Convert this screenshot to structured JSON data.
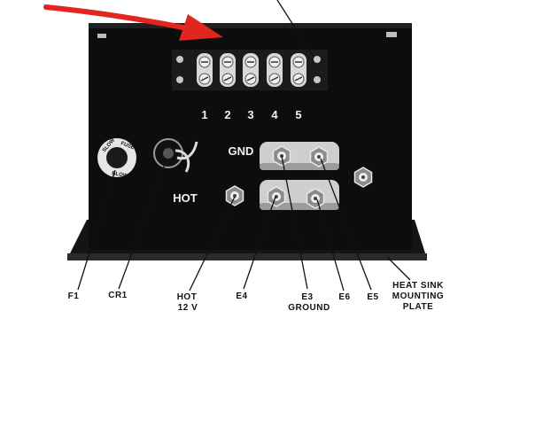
{
  "diagram": {
    "panel_labels": {
      "terminal_numbers": [
        "1",
        "2",
        "3",
        "4",
        "5"
      ],
      "gnd": "GND",
      "hot": "HOT"
    },
    "fuse_cap_text": [
      "SLOW",
      "FUSE",
      "BLOW"
    ],
    "callouts": {
      "f1": "F1",
      "cr1": "CR1",
      "hot_line1": "HOT",
      "hot_line2": "12 V",
      "e4": "E4",
      "e3_line1": "E3",
      "e3_line2": "GROUND",
      "e6": "E6",
      "e5": "E5",
      "heatsink_line1": "HEAT SINK",
      "heatsink_line2": "MOUNTING",
      "heatsink_line3": "PLATE"
    },
    "colors": {
      "arrow": "#e0261f",
      "panel": "#0d0d0d",
      "metal": "#cfcfcf",
      "background": "#ffffff"
    }
  }
}
